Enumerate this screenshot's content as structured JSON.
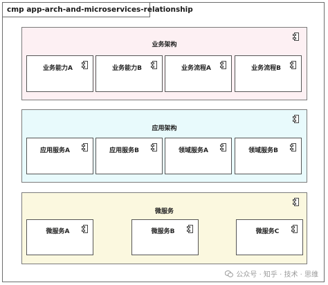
{
  "diagram": {
    "title": "cmp app-arch-and-microservices-relationship",
    "groups": [
      {
        "label": "业务架构",
        "fill": "#fdf0f3",
        "components": [
          "业务能力A",
          "业务能力B",
          "业务流程A",
          "业务流程B"
        ]
      },
      {
        "label": "应用架构",
        "fill": "#e8fafc",
        "components": [
          "应用服务A",
          "应用服务B",
          "领域服务A",
          "领域服务B"
        ]
      },
      {
        "label": "微服务",
        "fill": "#fbf8df",
        "components": [
          "微服务A",
          "微服务B",
          "微服务C"
        ]
      }
    ]
  },
  "watermark": {
    "text": "公众号 · 知乎 · 技术 · 思维",
    "icon": "wechat-icon"
  },
  "colors": {
    "border": "#555555",
    "frame": "#6b6b6b"
  }
}
